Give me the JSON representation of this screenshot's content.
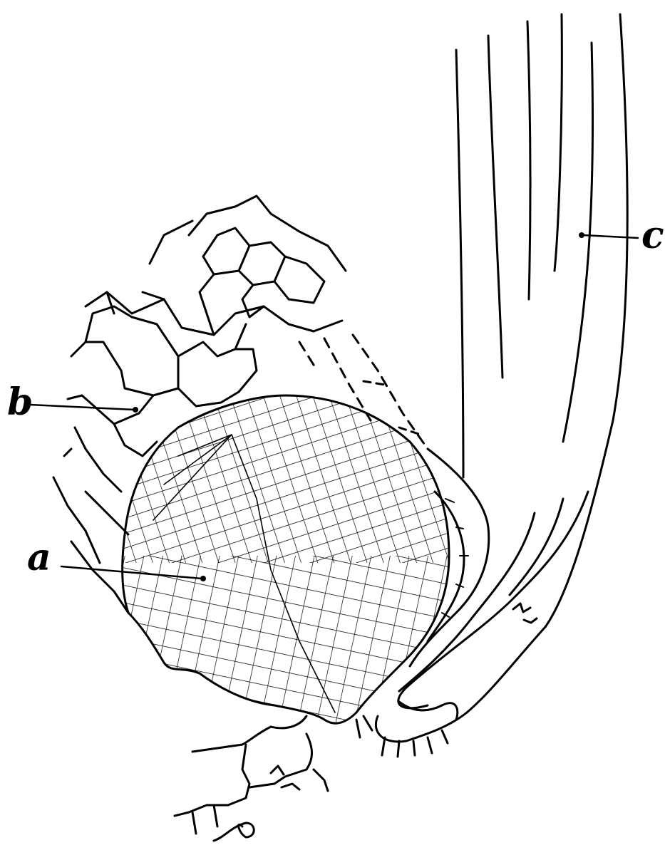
{
  "figure": {
    "labels": {
      "a": "a",
      "b": "b",
      "c": "c"
    },
    "ink_color": "#000000",
    "background_color": "#ffffff"
  }
}
